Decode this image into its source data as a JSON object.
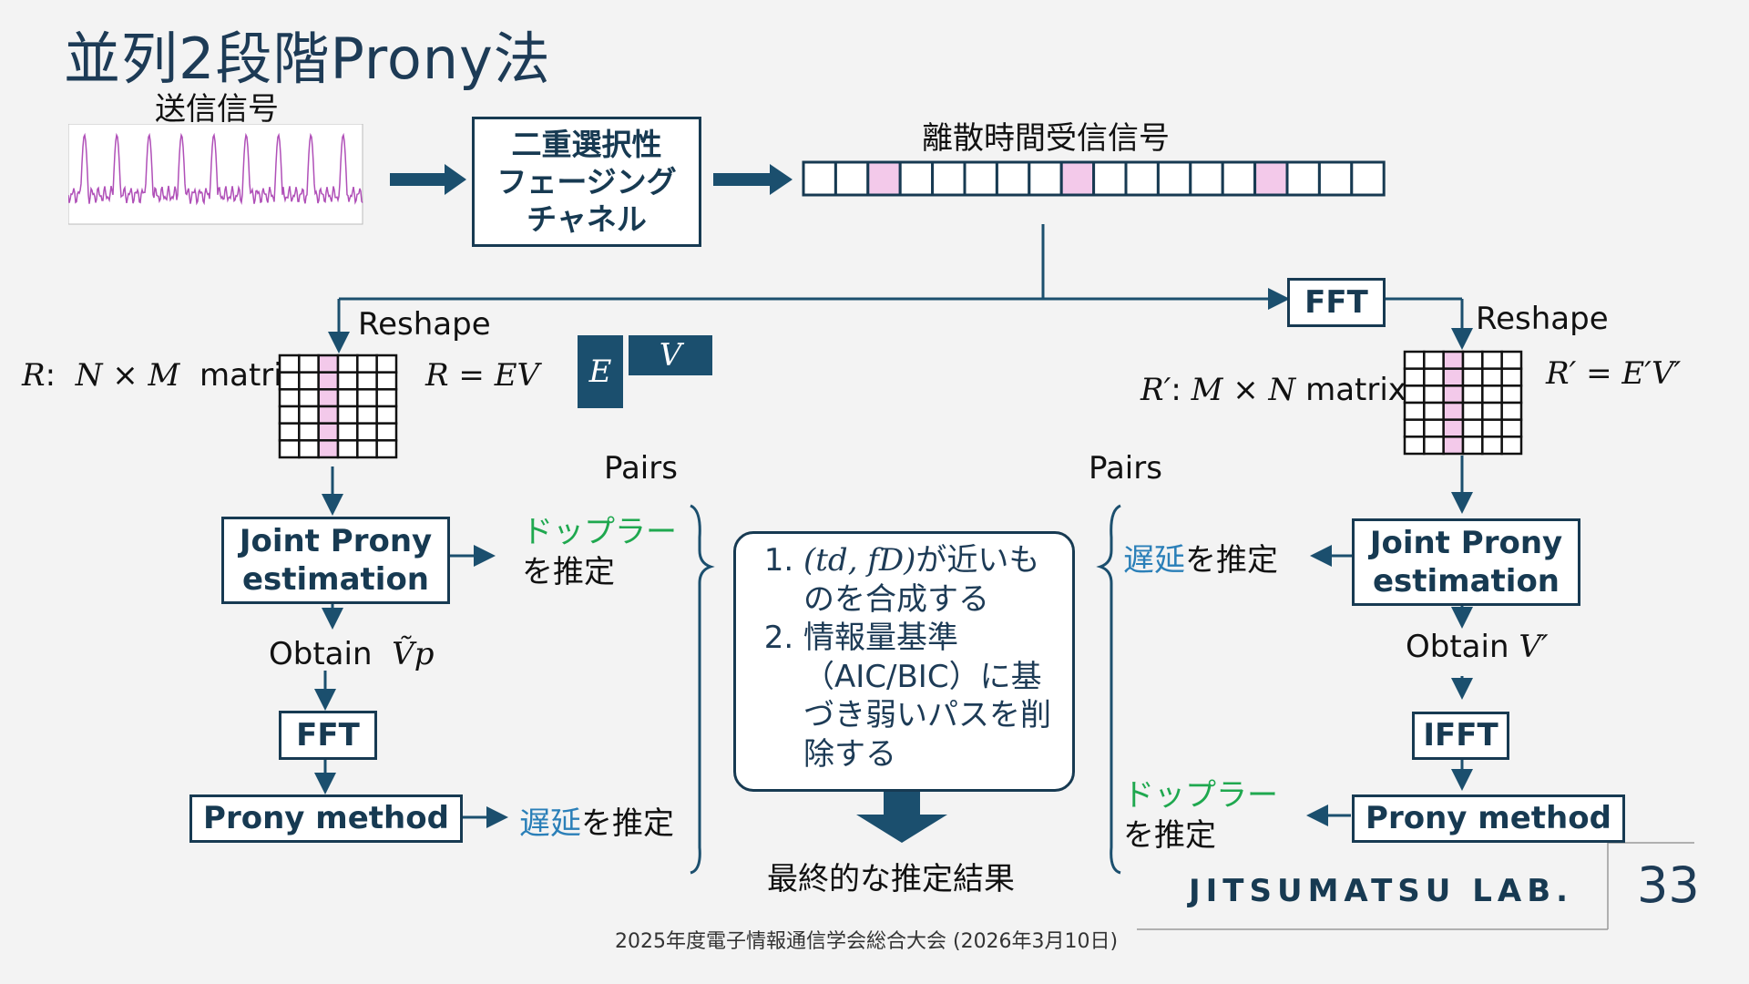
{
  "title": "並列2段階Prony法",
  "tx_signal_label": "送信信号",
  "channel_box": "二重選択性\nフェージング\nチャネル",
  "rx_signal_label": "離散時間受信信号",
  "left": {
    "reshape": "Reshape",
    "r_matrix_label": "R:  N × M  matrix",
    "r_eq": "R = EV",
    "e_label": "E",
    "v_label": "V",
    "pairs": "Pairs",
    "joint_prony": "Joint Prony\nestimation",
    "doppler": "ドップラー",
    "estimate1": "を推定",
    "obtain_text": "Obtain",
    "obtain_math": "Ṽp",
    "fft": "FFT",
    "prony_method": "Prony method",
    "delay": "遅延",
    "estimate2": "を推定"
  },
  "right": {
    "fft": "FFT",
    "reshape": "Reshape",
    "r_matrix_label": "R′: M × N  matrix",
    "r_eq": "R′ = E′V′",
    "pairs": "Pairs",
    "joint_prony": "Joint Prony\nestimation",
    "delay": "遅延",
    "estimate1": "を推定",
    "obtain_text": "Obtain",
    "obtain_math": "V′",
    "ifft": "IFFT",
    "prony_method": "Prony method",
    "doppler": "ドップラー",
    "estimate2": "を推定"
  },
  "center": {
    "item1_math": "(td, fD)",
    "item1_text": "が近いものを合成する",
    "item2_text": "情報量基準（AIC/BIC）に基づき弱いパスを削除する",
    "result": "最終的な推定結果"
  },
  "lab_name": "JITSUMATSU LAB.",
  "page_number": "33",
  "footer": "2025年度電子情報通信学会総合大会 (2026年3月10日)",
  "colors": {
    "title": "#1d3b56",
    "box_border": "#173a52",
    "arrow": "#1b4f6e",
    "highlight": "#f3c9ea",
    "signal": "#b050b8",
    "green_text": "#1fa84f",
    "blue_text": "#2a7fb8"
  }
}
